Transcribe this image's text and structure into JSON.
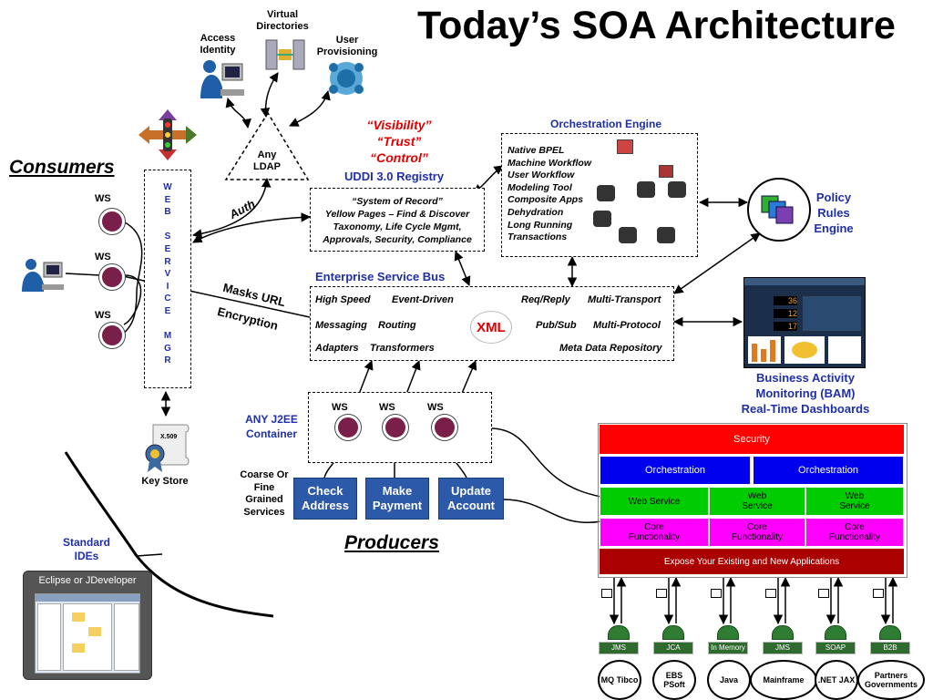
{
  "title": "Today’s SOA Architecture",
  "consumers": {
    "heading": "Consumers",
    "ws_labels": [
      "WS",
      "WS",
      "WS"
    ]
  },
  "web_service_mgr": [
    "W",
    "E",
    "B",
    "",
    "S",
    "E",
    "R",
    "V",
    "I",
    "C",
    "E",
    "",
    "M",
    "G",
    "R"
  ],
  "top_icons": {
    "access": "Access Identity",
    "virtual": "Virtual Directories",
    "provisioning": "User Provisioning"
  },
  "ldap": {
    "label": "Any LDAP",
    "auth": "Auth"
  },
  "vtc": [
    "“Visibility”",
    "“Trust”",
    "“Control”"
  ],
  "uddi": {
    "heading": "UDDI 3.0 Registry",
    "lines": [
      "“System of Record”",
      "Yellow Pages – Find & Discover",
      "Taxonomy, Life Cycle Mgmt,",
      "Approvals, Security, Compliance"
    ]
  },
  "orchestration_engine": {
    "heading": "Orchestration Engine",
    "items": [
      "Native BPEL",
      "Machine Workflow",
      "User Workflow",
      "Modeling Tool",
      "Composite Apps",
      "Dehydration",
      "Long Running",
      "Transactions"
    ]
  },
  "policy": "Policy Rules Engine",
  "esb": {
    "heading": "Enterprise Service Bus",
    "items": [
      "High Speed",
      "Event-Driven",
      "Req/Reply",
      "Multi-Transport",
      "Messaging",
      "Routing",
      "Pub/Sub",
      "Multi-Protocol",
      "Adapters",
      "Transformers",
      "Meta Data Repository"
    ],
    "xml": "XML"
  },
  "masks": [
    "Masks URL",
    "Encryption"
  ],
  "bam": {
    "lines": [
      "Business Activity",
      "Monitoring (BAM)",
      "Real-Time Dashboards"
    ],
    "readouts": [
      "36",
      "12",
      "17"
    ]
  },
  "j2ee": {
    "label": "ANY J2EE Container",
    "ws_labels": [
      "WS",
      "WS",
      "WS"
    ]
  },
  "key_store": {
    "label": "Key Store",
    "cert": "X.509"
  },
  "granularity": "Coarse Or Fine Grained Services",
  "services": [
    "Check Address",
    "Make Payment",
    "Update Account"
  ],
  "producers": "Producers",
  "standard_ides": "Standard IDEs",
  "ide_box": "Eclipse or JDeveloper",
  "stack": {
    "security": "Security",
    "orchestration": [
      "Orchestration",
      "Orchestration"
    ],
    "web_service": [
      "Web Service",
      "Web Service",
      "Web Service"
    ],
    "core": [
      "Core Functionality",
      "Core Functionality",
      "Core Functionality"
    ],
    "expose": "Expose Your Existing and New Applications",
    "colors": {
      "security": "#ff0000",
      "orchestration": "#0000ee",
      "web": "#00cc00",
      "core": "#ff00ff",
      "expose": "#aa0000"
    }
  },
  "backends": {
    "tags": [
      "JMS",
      "JCA",
      "In Memory",
      "JMS",
      "SOAP",
      "B2B"
    ],
    "ovals": [
      "MQ Tibco",
      "EBS PSoft",
      "Java",
      "Mainframe",
      ".NET JAX",
      "Partners Governments"
    ]
  }
}
